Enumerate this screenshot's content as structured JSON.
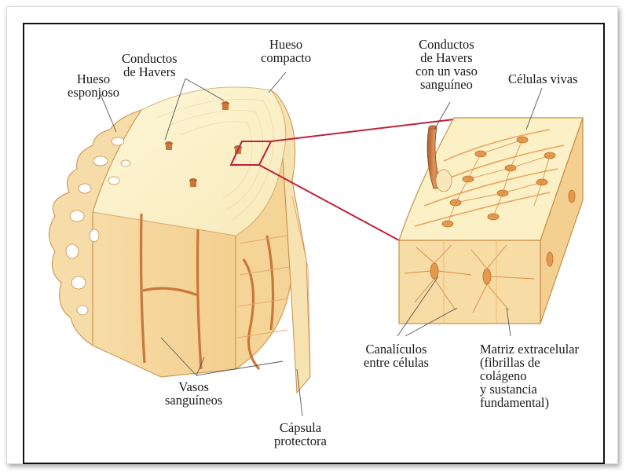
{
  "labels": {
    "hueso_esponjoso": "Hueso\nesponjoso",
    "conductos_havers": "Conductos\nde Havers",
    "hueso_compacto": "Hueso\ncompacto",
    "conductos_havers_vaso": "Conductos\nde Havers\ncon un vaso\nsanguíneo",
    "celulas_vivas": "Células vivas",
    "canaliculos": "Canalículos\nentre células",
    "matriz": "Matriz extracelular\n(fibrillas de\ncolágeno\ny sustancia\nfundamental)",
    "vasos": "Vasos\nsanguíneos",
    "capsula": "Cápsula\nprotectora"
  },
  "colors": {
    "bone_light": "#fbf0c6",
    "bone_side": "#f6d9a2",
    "bone_edge": "#d9a05a",
    "vessel": "#c9773a",
    "cell": "#e49a4a",
    "zoom_line": "#c0203a",
    "leader": "#555555"
  }
}
